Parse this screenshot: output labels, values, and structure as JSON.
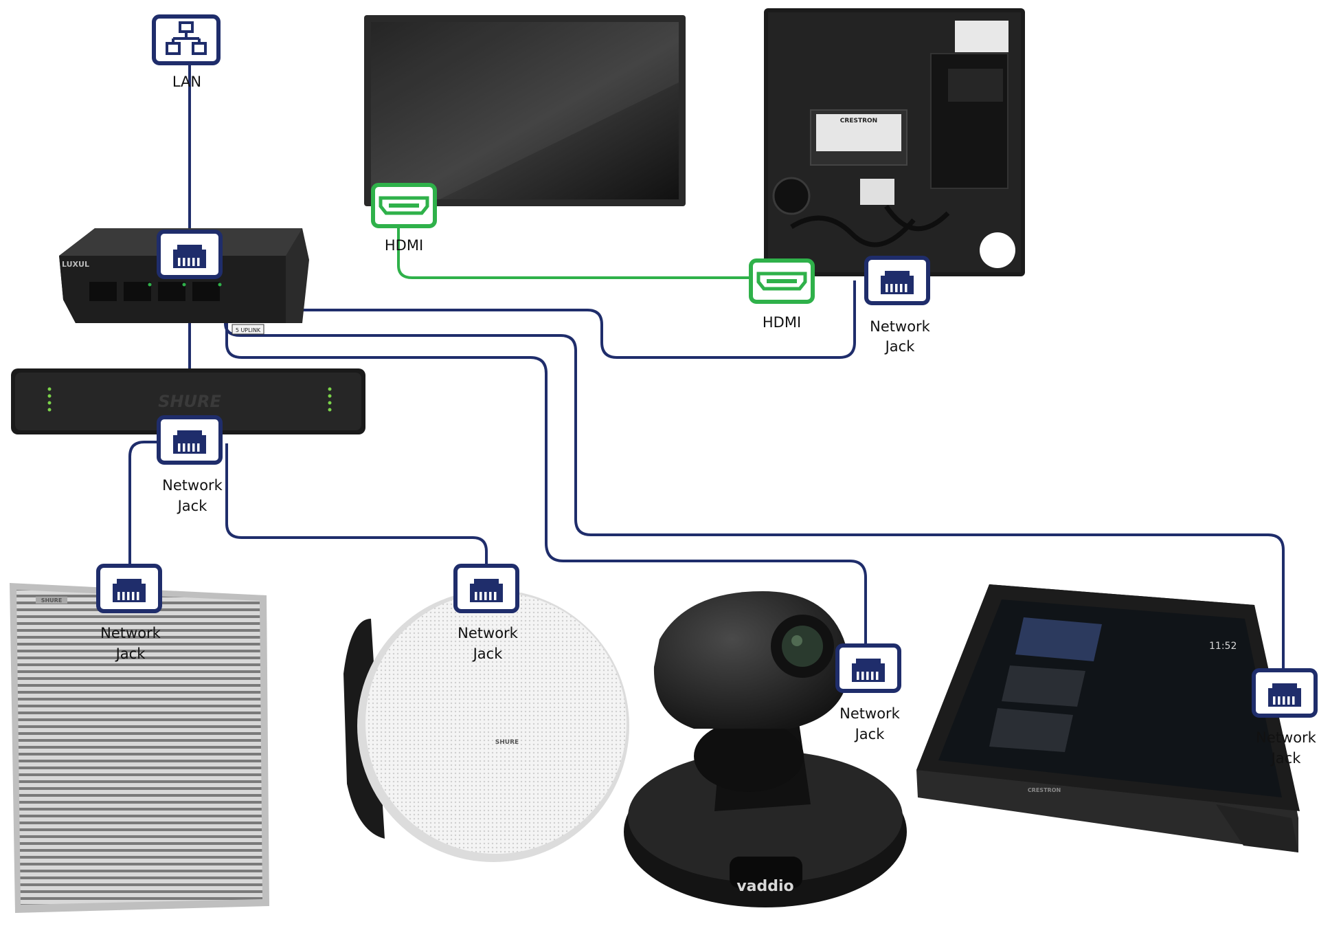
{
  "colors": {
    "network": "#1f2d6b",
    "hdmi": "#2fb14a",
    "device_dark": "#1c1c1c",
    "background": "#ffffff"
  },
  "icons": {
    "lan": "lan-icon",
    "network_jack": "ethernet-jack-icon",
    "hdmi": "hdmi-port-icon"
  },
  "labels": {
    "lan": "LAN",
    "hdmi_display": "HDMI",
    "hdmi_codec": "HDMI",
    "network_jack_line1": "Network",
    "network_jack_line2": "Jack"
  },
  "devices": {
    "switch_brand": "LUXUL",
    "switch_uplink": "5 UPLINK",
    "processor_brand": "SHURE",
    "mic_brand": "SHURE",
    "speaker_brand": "SHURE",
    "codec_brand": "CRESTRON",
    "camera_brand": "vaddio",
    "touchpanel_brand": "CRESTRON",
    "touchpanel_clock": "11:52"
  }
}
